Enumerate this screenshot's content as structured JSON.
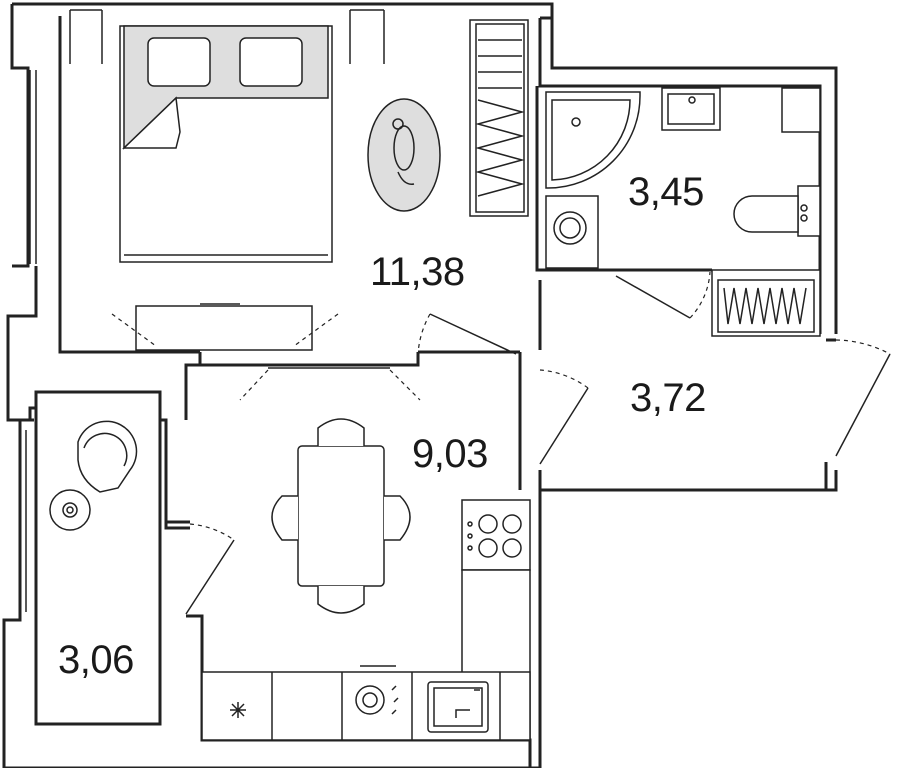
{
  "rooms": [
    {
      "id": "bedroom",
      "area": "11,38"
    },
    {
      "id": "bathroom",
      "area": "3,45"
    },
    {
      "id": "hallway",
      "area": "3,72"
    },
    {
      "id": "kitchen",
      "area": "9,03"
    },
    {
      "id": "balcony",
      "area": "3,06"
    }
  ]
}
